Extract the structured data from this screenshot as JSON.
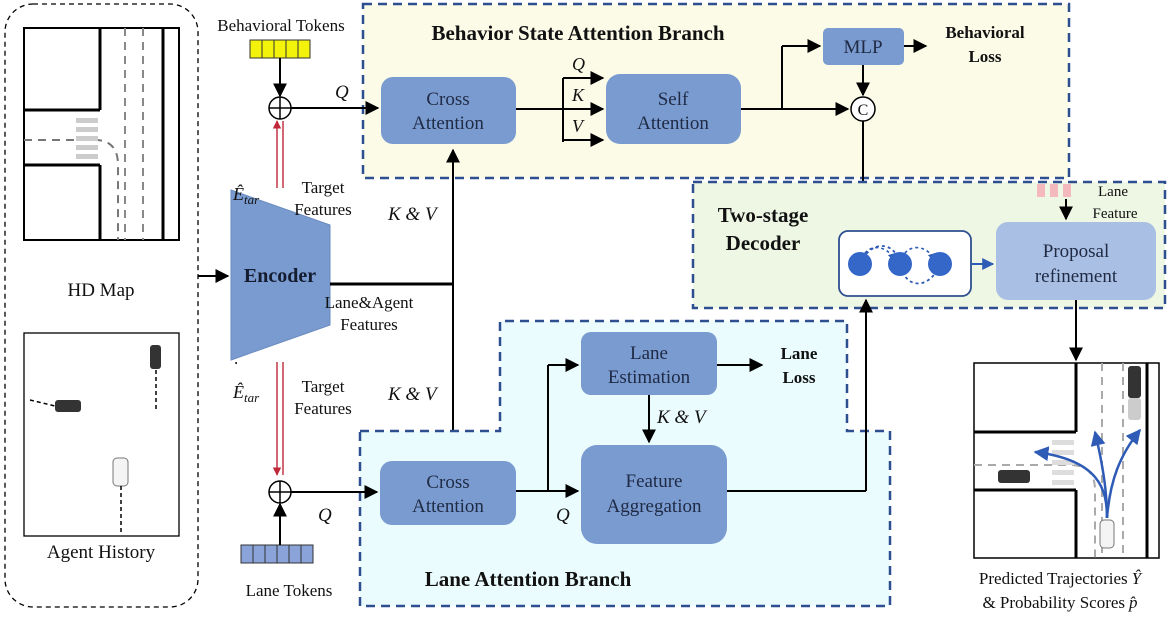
{
  "left_panel": {
    "hd_map_label": "HD Map",
    "agent_history_label": "Agent History"
  },
  "inputs": {
    "behavioral_tokens": "Behavioral Tokens",
    "lane_tokens": "Lane Tokens",
    "q": "Q",
    "e_tar": "Ê",
    "e_tar_sub": "tar",
    "target_features_1": "Target",
    "target_features_2": "Features",
    "kv": "K & V",
    "lane_agent_1": "Lane&Agent",
    "lane_agent_2": "Features",
    "dot": "."
  },
  "encoder": {
    "label": "Encoder"
  },
  "behavior_branch": {
    "title": "Behavior State Attention Branch",
    "cross_attention_1": "Cross",
    "cross_attention_2": "Attention",
    "self_attention_1": "Self",
    "self_attention_2": "Attention",
    "q": "Q",
    "k": "K",
    "v": "V",
    "mlp": "MLP",
    "loss_1": "Behavioral",
    "loss_2": "Loss",
    "concat": "C"
  },
  "lane_branch": {
    "title": "Lane Attention Branch",
    "cross_attention_1": "Cross",
    "cross_attention_2": "Attention",
    "lane_estimation_1": "Lane",
    "lane_estimation_2": "Estimation",
    "loss_1": "Lane",
    "loss_2": "Loss",
    "feature_aggregation_1": "Feature",
    "feature_aggregation_2": "Aggregation",
    "kv": "K & V",
    "q": "Q"
  },
  "decoder": {
    "title_1": "Two-stage",
    "title_2": "Decoder",
    "lane_feature_1": "Lane",
    "lane_feature_2": "Feature",
    "proposal_1": "Proposal",
    "proposal_2": "refinement"
  },
  "output": {
    "line1_text": "Predicted Trajectories",
    "line1_sym": "Ŷ",
    "line2_text": "& Probability Scores",
    "line2_sym": "p̂"
  },
  "colors": {
    "box_fill": "#7a9bd0",
    "box_light": "#a9bfe3",
    "behavior_bg": "#fbfbe8",
    "lane_bg": "#eafcfd",
    "decoder_bg": "#eef6e4",
    "dash": "#2e4f8f",
    "token_yellow": "#f2f20a",
    "token_blue": "#8aa3d8",
    "token_pink": "#f3b9bd",
    "red_arrow": "#c0283a"
  }
}
